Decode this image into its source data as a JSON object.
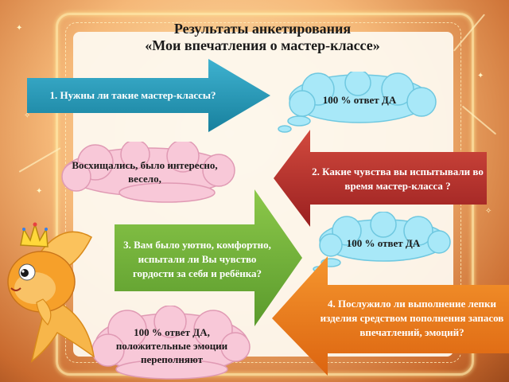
{
  "title": {
    "line1": "Результаты анкетирования",
    "line2": "«Мои впечатления о мастер-классе»"
  },
  "questions": [
    {
      "label": "1. Нужны ли такие мастер-классы?"
    },
    {
      "label": "2. Какие чувства вы испытывали во время мастер-класса ?"
    },
    {
      "label": "3. Вам было уютно, комфортно, испытали ли Вы чувство гордости за себя и ребёнка?"
    },
    {
      "label": "4. Послужило ли выполнение лепки изделия средством пополнения запасов впечатлений, эмоций?"
    }
  ],
  "answers": [
    {
      "label": "100 % ответ ДА"
    },
    {
      "label": "Восхищались, было интересно, весело,"
    },
    {
      "label": "100 % ответ ДА"
    },
    {
      "label": "100 % ответ ДА, положительные эмоции переполняют"
    }
  ],
  "colors": {
    "arrow1": "#1e8fae",
    "arrow2": "#b52b2b",
    "arrow3": "#6fae3a",
    "arrow4": "#ea7a1f",
    "cloud_blue": "#a8e8f8",
    "cloud_pink": "#f8c8d8"
  },
  "icons": {
    "fish": "goldfish-with-crown-icon"
  }
}
